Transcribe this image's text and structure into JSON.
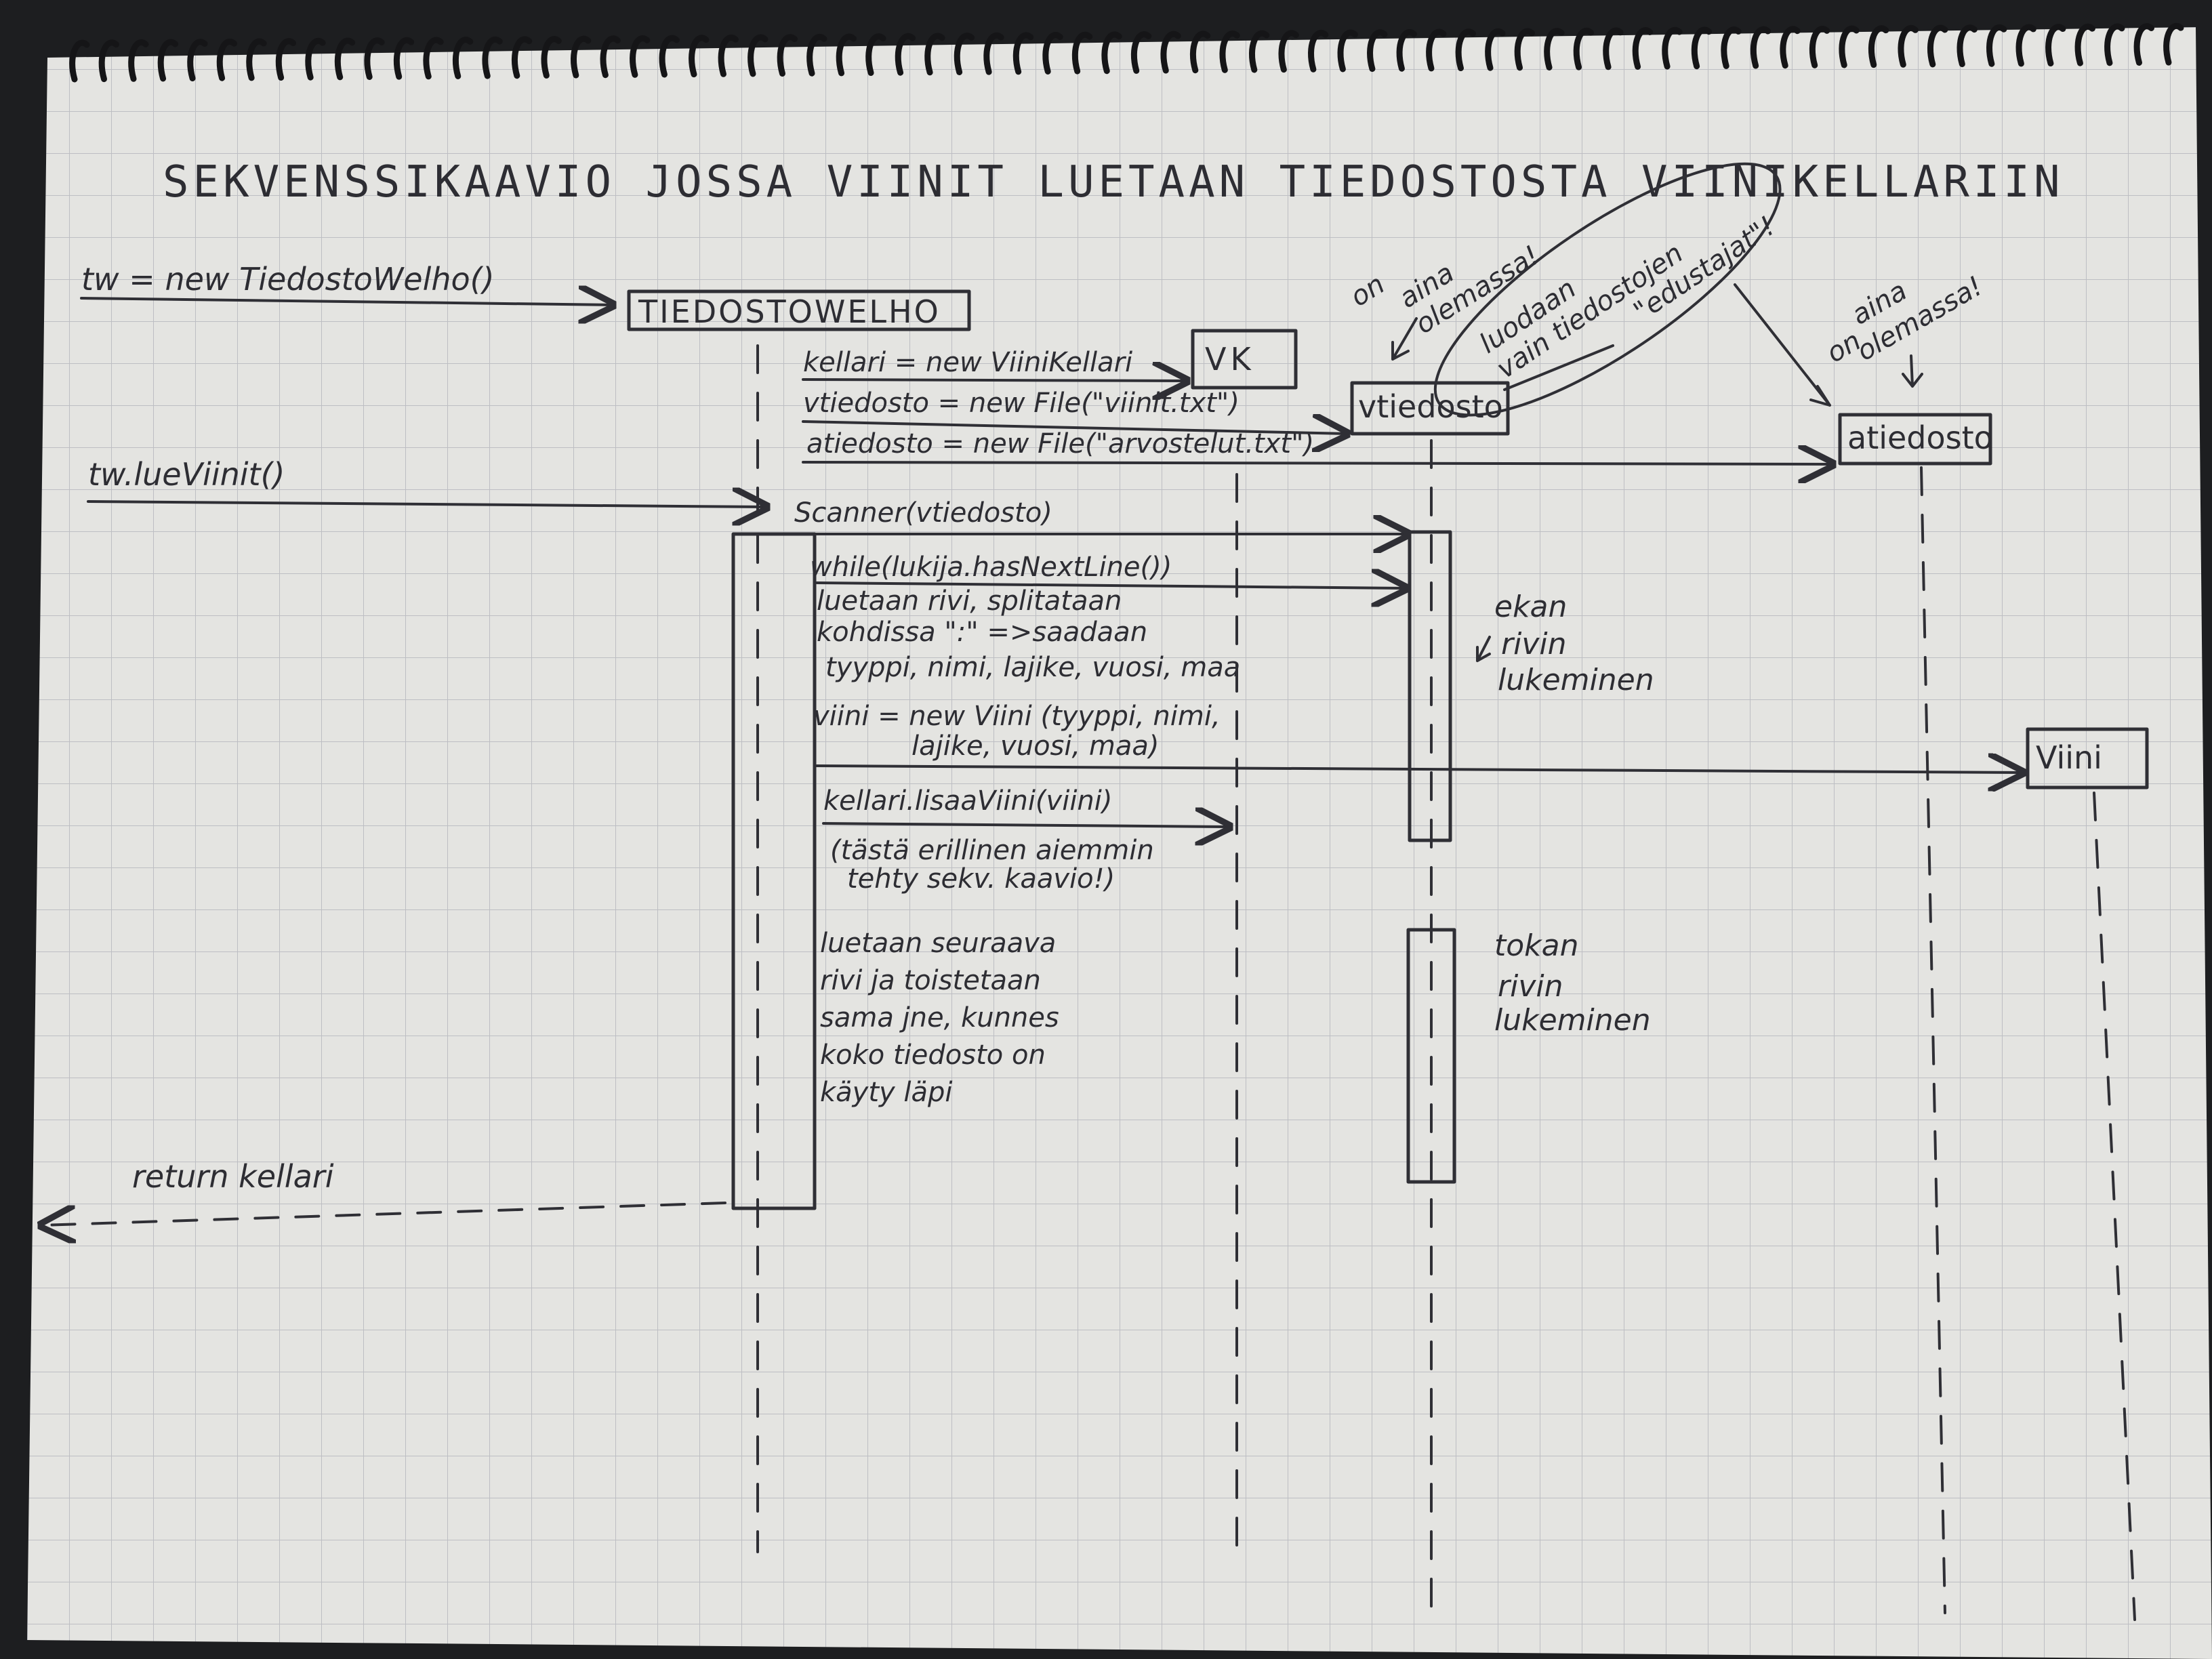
{
  "title": "SEKVENSSIKAAVIO JOSSA VIINIT LUETAAN TIEDOSTOSTA VIINIKELLARIIN",
  "participants": [
    {
      "id": "tw",
      "label": "TIEDOSTOWELHO"
    },
    {
      "id": "vk",
      "label": "VK"
    },
    {
      "id": "vtiedosto",
      "label": "vtiedosto"
    },
    {
      "id": "atiedosto",
      "label": "atiedosto"
    },
    {
      "id": "viini",
      "label": "Viini"
    }
  ],
  "messages": {
    "create_tw": "tw = new TiedostoWelho()",
    "create_vk": "kellari = new ViiniKellari",
    "create_vtiedosto": "vtiedosto = new File(\"viinit.txt\")",
    "create_atiedosto": "atiedosto = new File(\"arvostelut.txt\")",
    "call_lue": "tw.lueViinit()",
    "scanner": "Scanner(vtiedosto)",
    "while": "while(lukija.hasNextLine())",
    "read_1": "luetaan rivi, splitataan",
    "read_2": "kohdissa \":\" =>saadaan",
    "read_3": "tyyppi, nimi, lajike, vuosi, maa",
    "create_viini_1": "viini = new Viini (tyyppi, nimi,",
    "create_viini_2": "lajike, vuosi, maa)",
    "lisaa": "kellari.lisaaViini(viini)",
    "separate_1": "(tästä erillinen aiemmin",
    "separate_2": "tehty sekv. kaavio!)",
    "next_1": "luetaan seuraava",
    "next_2": "rivi ja toistetaan",
    "next_3": "sama jne, kunnes",
    "next_4": "koko tiedosto on",
    "next_5": "käyty läpi",
    "return": "return kellari"
  },
  "notes": {
    "always_v_1": "on",
    "always_v_2": "aina",
    "always_v_3": "olemassa!",
    "created_1": "luodaan",
    "created_2": "vain tiedostojen",
    "created_3": "\"edustajat\"!",
    "always_a_1": "on",
    "always_a_2": "aina",
    "always_a_3": "olemassa!",
    "first_1": "ekan",
    "first_2": "rivin",
    "first_3": "lukeminen",
    "second_1": "tokan",
    "second_2": "rivin",
    "second_3": "lukeminen"
  },
  "colors": {
    "paper": "#e4e4e1",
    "grid": "#bdbec3",
    "ink": "#2f2f35",
    "background": "#1d1e20"
  }
}
